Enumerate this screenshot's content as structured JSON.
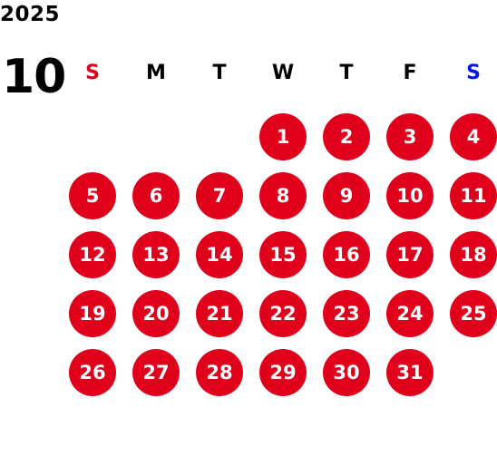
{
  "calendar": {
    "year": "2025",
    "month": "10",
    "weekdays": [
      {
        "label": "S",
        "color": "#e0001b"
      },
      {
        "label": "M",
        "color": "#000000"
      },
      {
        "label": "T",
        "color": "#000000"
      },
      {
        "label": "W",
        "color": "#000000"
      },
      {
        "label": "T",
        "color": "#000000"
      },
      {
        "label": "F",
        "color": "#000000"
      },
      {
        "label": "S",
        "color": "#0018e0"
      }
    ],
    "days": [
      "1",
      "2",
      "3",
      "4",
      "5",
      "6",
      "7",
      "8",
      "9",
      "10",
      "11",
      "12",
      "13",
      "14",
      "15",
      "16",
      "17",
      "18",
      "19",
      "20",
      "21",
      "22",
      "23",
      "24",
      "25",
      "26",
      "27",
      "28",
      "29",
      "30",
      "31"
    ],
    "day_color": "#e0001b",
    "day_text_color": "#ffffff"
  }
}
